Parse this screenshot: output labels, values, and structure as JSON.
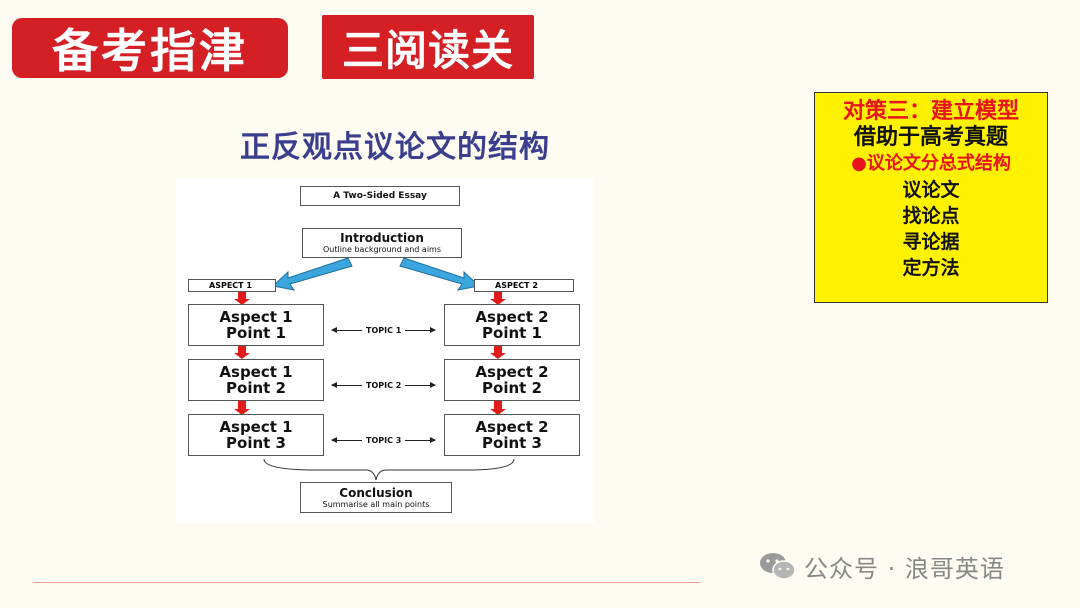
{
  "header": {
    "badge_main": "备考指津",
    "badge_sub": "三阅读关"
  },
  "diagram": {
    "title": "正反观点议论文的结构",
    "essay_label": "A Two-Sided Essay",
    "introduction": {
      "title": "Introduction",
      "subtitle": "Outline background and aims"
    },
    "aspect_labels": [
      "ASPECT 1",
      "ASPECT 2"
    ],
    "rows": [
      {
        "left": [
          "Aspect 1",
          "Point 1"
        ],
        "topic": "TOPIC 1",
        "right": [
          "Aspect 2",
          "Point 1"
        ]
      },
      {
        "left": [
          "Aspect 1",
          "Point 2"
        ],
        "topic": "TOPIC 2",
        "right": [
          "Aspect 2",
          "Point 2"
        ]
      },
      {
        "left": [
          "Aspect 1",
          "Point 3"
        ],
        "topic": "TOPIC 3",
        "right": [
          "Aspect 2",
          "Point 3"
        ]
      }
    ],
    "conclusion": {
      "title": "Conclusion",
      "subtitle": "Summarise all main points"
    }
  },
  "panel": {
    "line1": "对策三：建立模型",
    "line2": "借助于高考真题",
    "line3": "●议论文分总式结构",
    "items": [
      "议论文",
      "找论点",
      "寻论据",
      "定方法"
    ]
  },
  "watermark": {
    "text": "公众号 · 浪哥英语",
    "icon": "wechat-icon"
  },
  "colors": {
    "badge": "#d41f25",
    "panel_bg": "#fff200",
    "panel_highlight": "#e8141c",
    "diagram_title": "#3a3e8c",
    "blue_arrow": "#3aa6dd",
    "red_arrow": "#e31b1b"
  }
}
